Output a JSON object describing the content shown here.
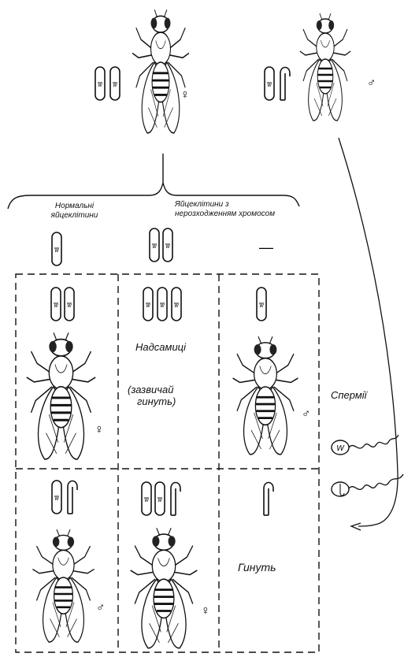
{
  "labels": {
    "normal_eggs_line1": "Нормальні",
    "normal_eggs_line2": "яйцеклітини",
    "nondisjunction_eggs_line1": "Яйцеклітини з",
    "nondisjunction_eggs_line2": "нерозходженням  хромосом",
    "superfemales": "Надсамиці",
    "usually_die_line1": "(зазвичай",
    "usually_die_line2": "гинуть)",
    "sperm": "Спермії",
    "die": "Гинуть",
    "no_chromosome_mark": "—"
  },
  "symbols": {
    "female": "♀",
    "male": "♂",
    "allele_w": "w",
    "sperm_w": "W"
  }
}
